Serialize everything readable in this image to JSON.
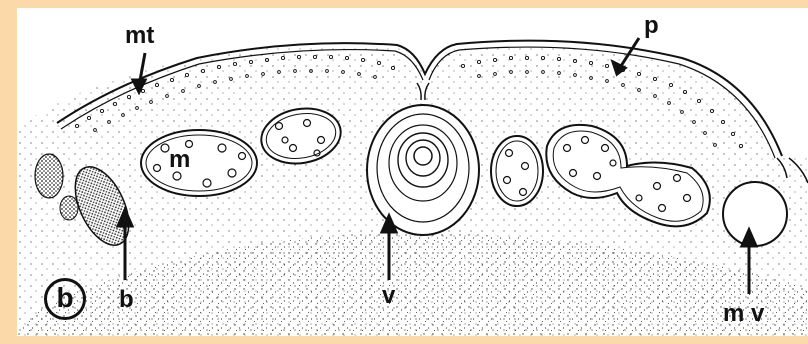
{
  "figure": {
    "panel_letter": "b",
    "labels": {
      "mt": "mt",
      "p": "p",
      "m": "m",
      "b": "b",
      "v": "v",
      "mv": "m v"
    }
  },
  "colors": {
    "background": "#fcd9a8",
    "panel": "#ffffff",
    "ink": "#111111"
  }
}
